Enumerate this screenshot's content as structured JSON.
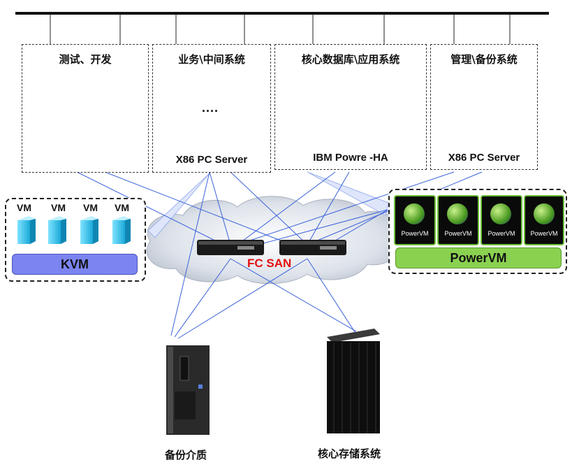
{
  "groups": [
    {
      "title": "测试、开发",
      "footer": ""
    },
    {
      "title": "业务\\中间系统",
      "footer": "X86 PC Server",
      "dots": "...."
    },
    {
      "title": "核心数据库\\应用系统",
      "footer": "IBM Powre -HA"
    },
    {
      "title": "管理\\备份系统",
      "footer": "X86 PC Server"
    }
  ],
  "kvm": {
    "vm_labels": [
      "VM",
      "VM",
      "VM",
      "VM"
    ],
    "bar_label": "KVM"
  },
  "powervm": {
    "tile_labels": [
      "PowerVM",
      "PowerVM",
      "PowerVM",
      "PowerVM"
    ],
    "bar_label": "PowerVM"
  },
  "san": {
    "label": "FC SAN"
  },
  "bottom": {
    "backup_label": "备份介质",
    "storage_label": "核心存储系统"
  },
  "colors": {
    "link": "#3a62d9",
    "kvm_bar": "#7b84f0",
    "powervm_bar": "#8bd150",
    "san_label": "#e01010"
  }
}
